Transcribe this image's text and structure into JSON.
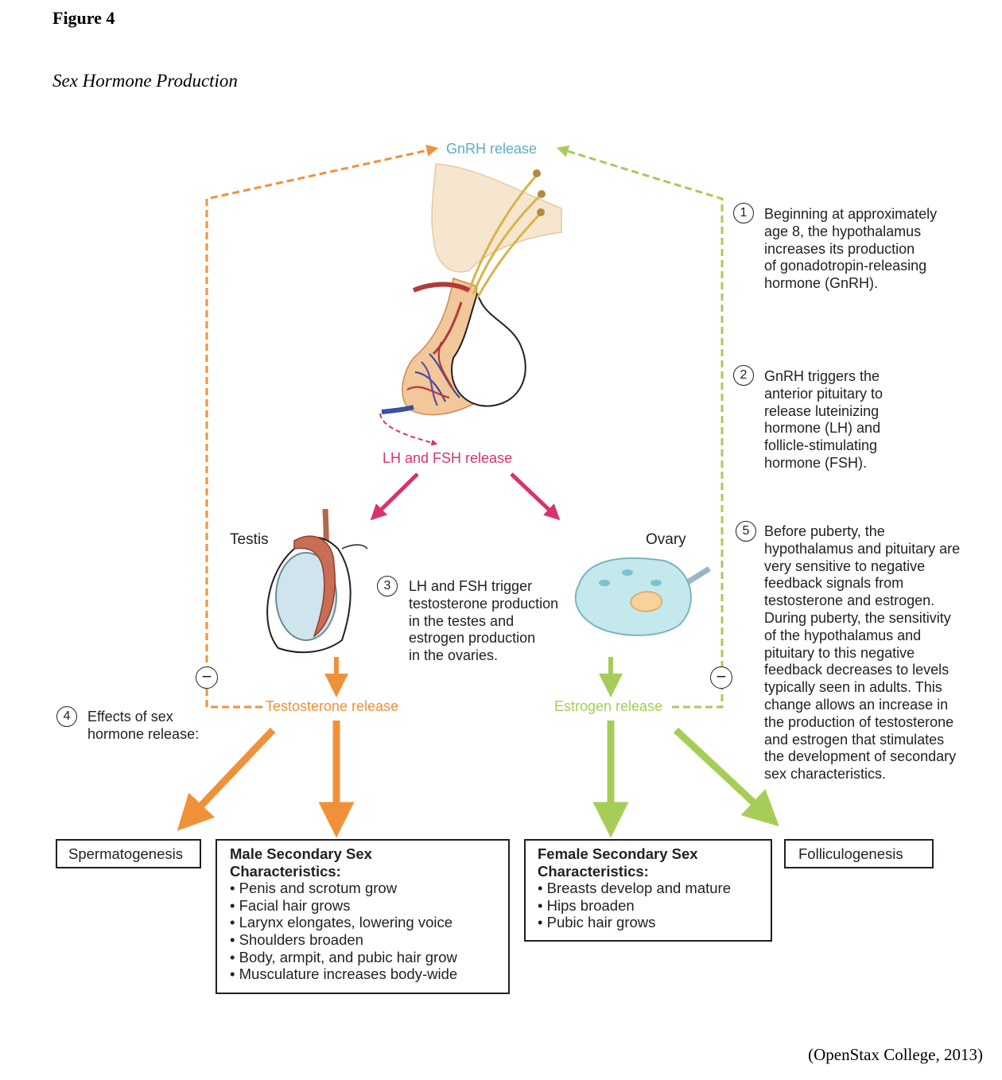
{
  "figure": {
    "label": "Figure 4",
    "title": "Sex Hormone Production",
    "citation": "(OpenStax College, 2013)"
  },
  "flow": {
    "gnrh": "GnRH release",
    "lh_fsh": "LH and FSH release",
    "testosterone": "Testosterone release",
    "estrogen": "Estrogen release",
    "minus_symbol": "−"
  },
  "organs": {
    "testis": "Testis",
    "ovary": "Ovary"
  },
  "steps": [
    {
      "num": "1",
      "lines": [
        "Beginning at approximately",
        "age 8, the hypothalamus",
        "increases its production",
        "of gonadotropin-releasing",
        "hormone (GnRH)."
      ]
    },
    {
      "num": "2",
      "lines": [
        "GnRH triggers the",
        "anterior pituitary to",
        "release luteinizing",
        "hormone (LH) and",
        "follicle-stimulating",
        "hormone (FSH)."
      ]
    },
    {
      "num": "3",
      "lines": [
        "LH and FSH trigger",
        "testosterone production",
        "in the testes and",
        "estrogen production",
        "in the ovaries."
      ]
    },
    {
      "num": "4",
      "lines": [
        "Effects of sex",
        "hormone release:"
      ]
    },
    {
      "num": "5",
      "lines": [
        "Before puberty, the",
        "hypothalamus and pituitary are",
        "very sensitive to negative",
        "feedback signals from",
        "testosterone and estrogen.",
        "During puberty, the sensitivity",
        "of the hypothalamus and",
        "pituitary to this negative",
        "feedback decreases to levels",
        "typically seen in adults. This",
        "change allows an increase in",
        "the production of testosterone",
        "and estrogen that stimulates",
        "the development of secondary",
        "sex characteristics."
      ]
    }
  ],
  "outcomes": {
    "spermatogenesis": "Spermatogenesis",
    "folliculogenesis": "Folliculogenesis",
    "male": {
      "heading_lines": [
        "Male Secondary Sex",
        "Characteristics:"
      ],
      "items": [
        "Penis and scrotum grow",
        "Facial hair grows",
        "Larynx elongates, lowering voice",
        "Shoulders broaden",
        "Body, armpit, and pubic hair grow",
        "Musculature increases body-wide"
      ]
    },
    "female": {
      "heading_lines": [
        "Female Secondary Sex",
        "Characteristics:"
      ],
      "items": [
        "Breasts develop and mature",
        "Hips broaden",
        "Pubic hair grows"
      ]
    }
  },
  "colors": {
    "male": "#f0913a",
    "female": "#a6cd57",
    "lh_fsh": "#d7336e",
    "gnrh": "#5aafc4",
    "ink": "#231f20"
  }
}
